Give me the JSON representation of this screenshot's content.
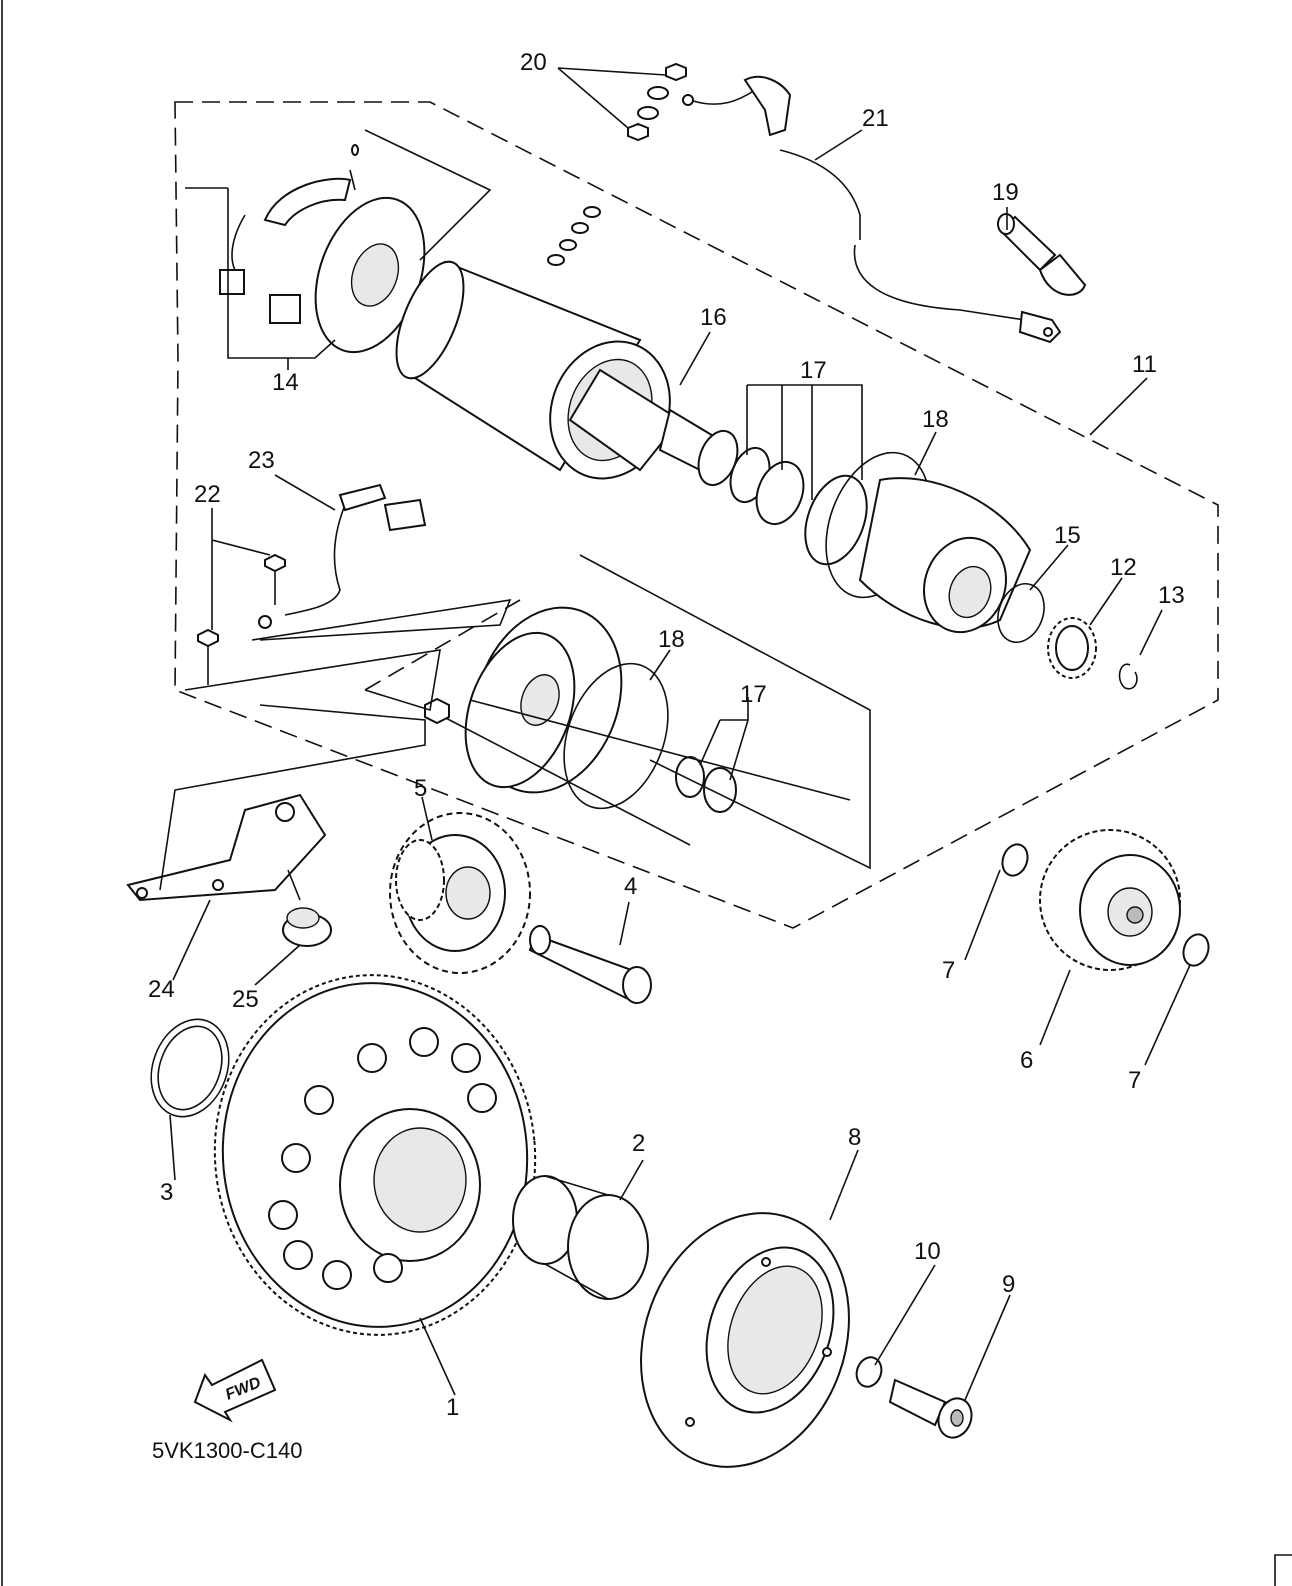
{
  "diagram": {
    "code": "5VK1300-C140",
    "fwd_label": "FWD",
    "callouts": {
      "p1": "1",
      "p2": "2",
      "p3": "3",
      "p4": "4",
      "p5": "5",
      "p6": "6",
      "p7a": "7",
      "p7b": "7",
      "p8": "8",
      "p9": "9",
      "p10": "10",
      "p11": "11",
      "p12": "12",
      "p13": "13",
      "p14": "14",
      "p15": "15",
      "p16": "16",
      "p17a": "17",
      "p17b": "17",
      "p18a": "18",
      "p18b": "18",
      "p19": "19",
      "p20": "20",
      "p21": "21",
      "p22": "22",
      "p23": "23",
      "p24": "24",
      "p25": "25"
    }
  }
}
